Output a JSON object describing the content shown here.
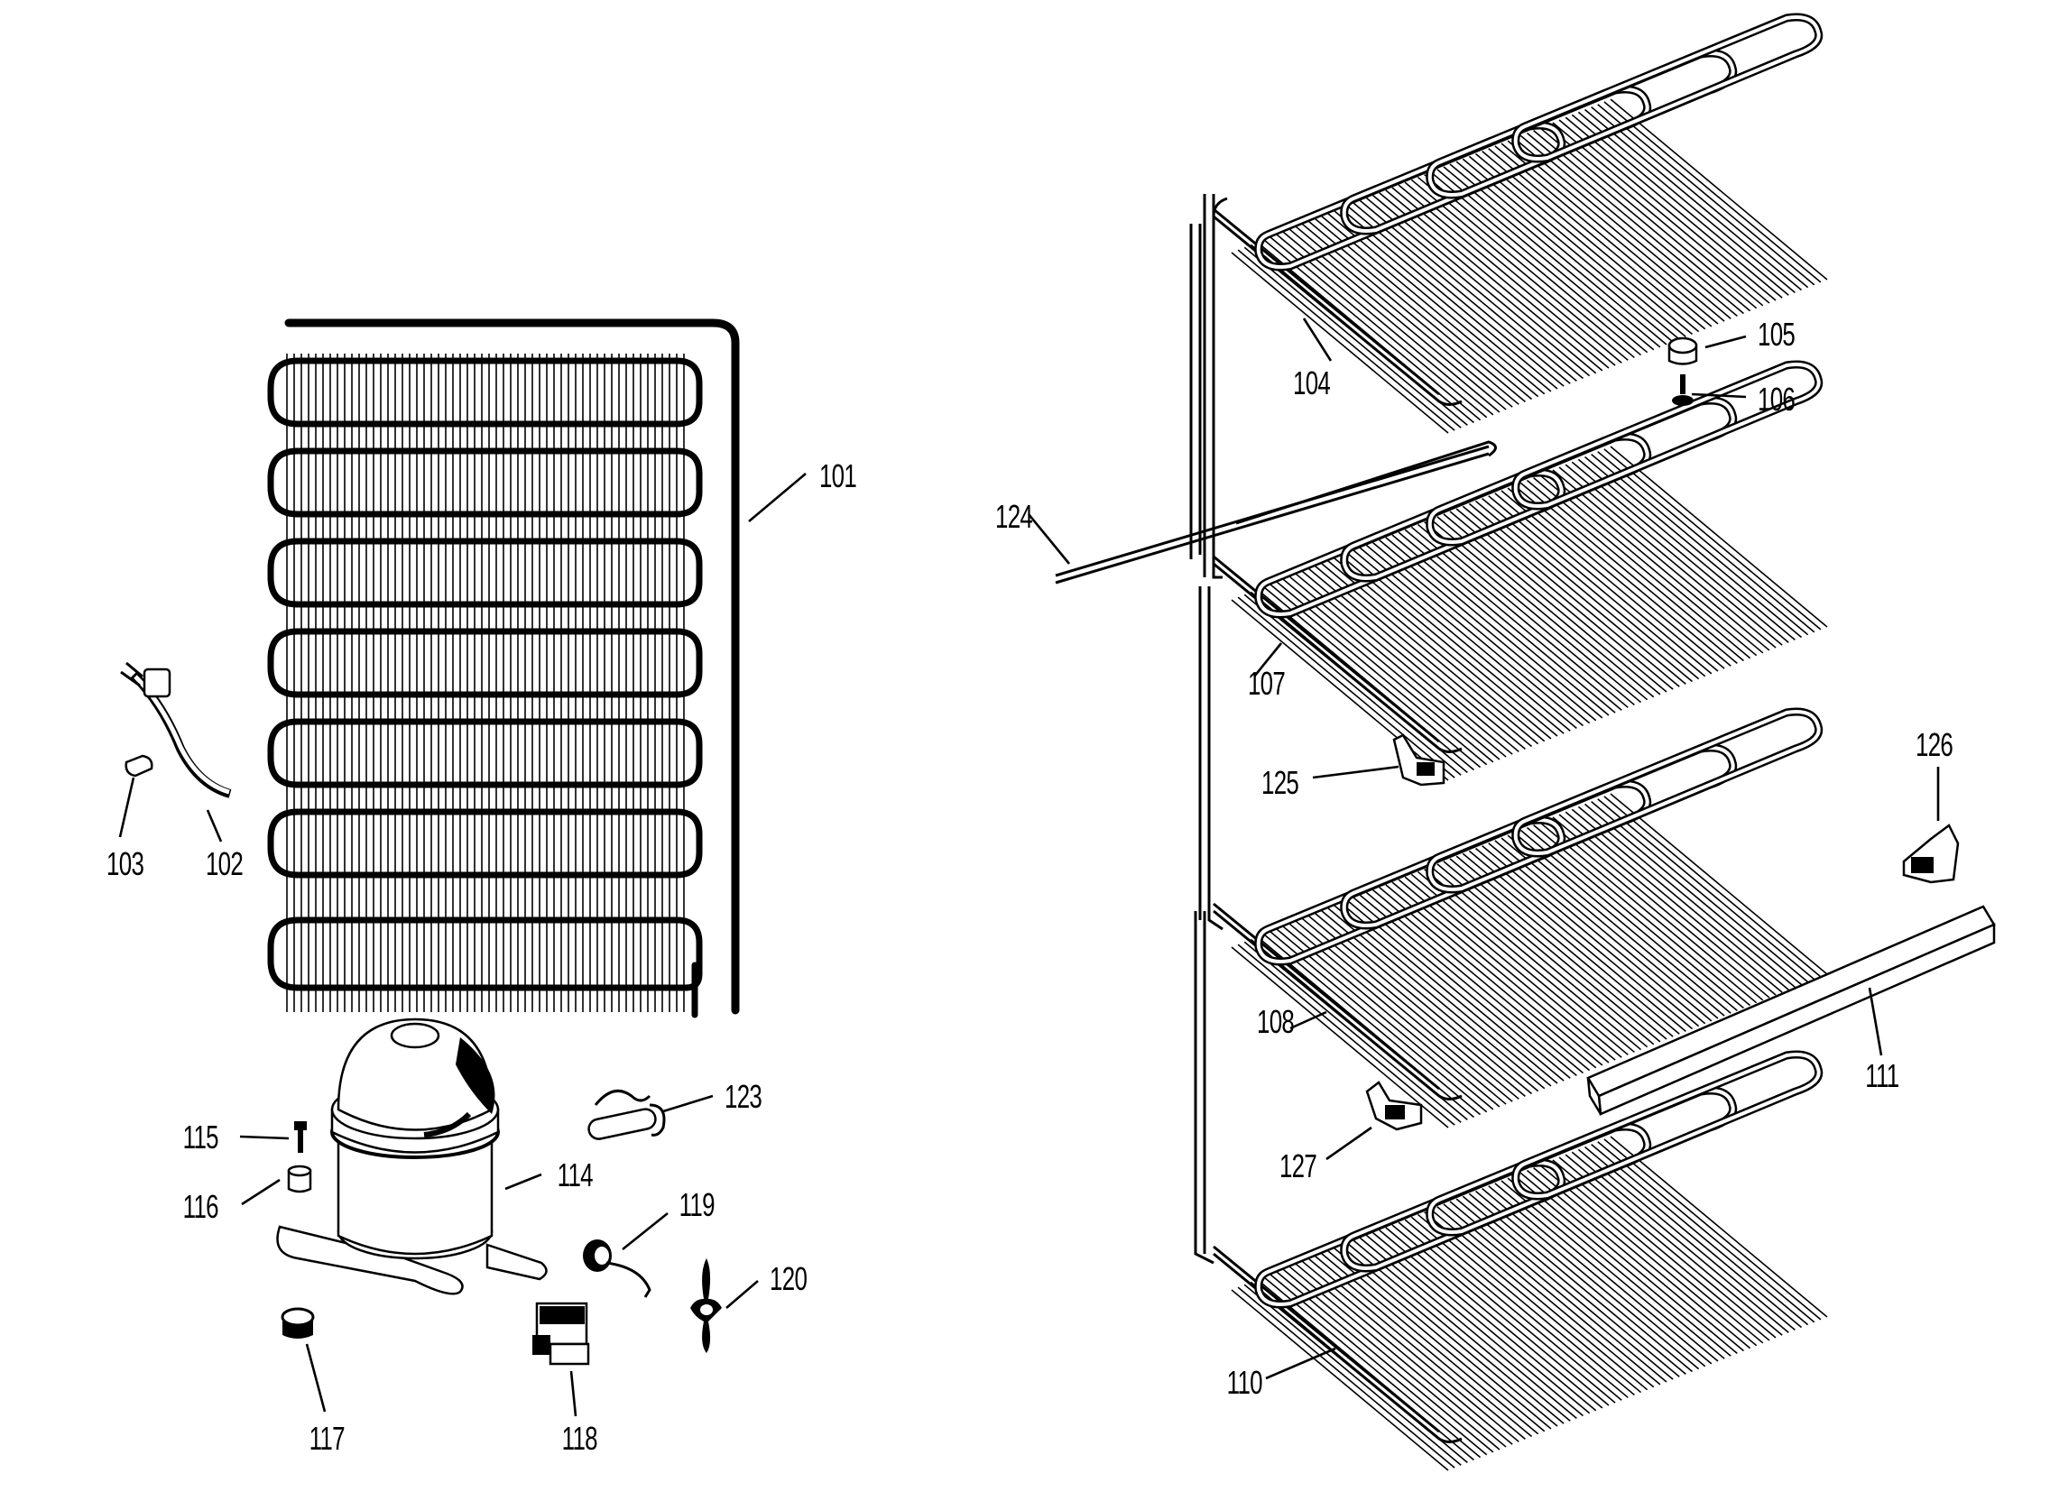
{
  "labels": {
    "p101": "101",
    "p102": "102",
    "p103": "103",
    "p104": "104",
    "p105": "105",
    "p106": "106",
    "p107": "107",
    "p108": "108",
    "p110": "110",
    "p111": "111",
    "p114": "114",
    "p115": "115",
    "p116": "116",
    "p117": "117",
    "p118": "118",
    "p119": "119",
    "p120": "120",
    "p123": "123",
    "p124": "124",
    "p125": "125",
    "p126": "126",
    "p127": "127"
  }
}
